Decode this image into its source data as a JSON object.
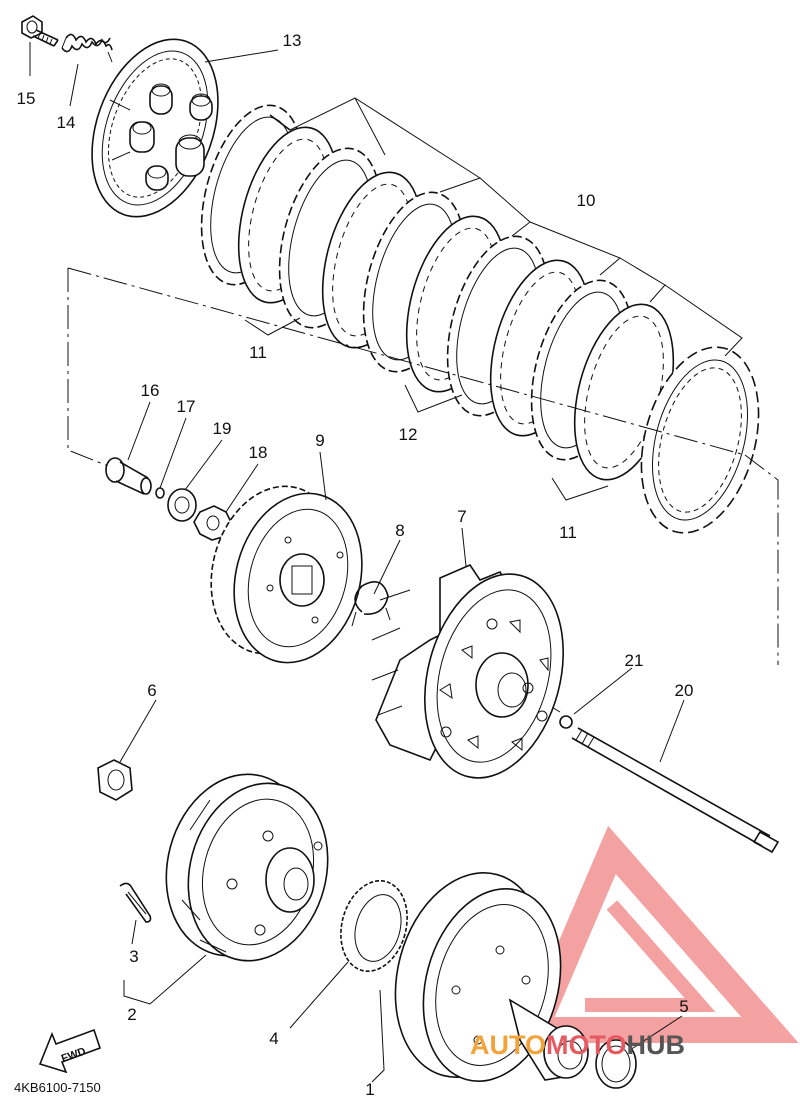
{
  "diagram": {
    "code": "4KB6100-7150",
    "fwd": "FWD",
    "parts": [
      {
        "id": "p1",
        "label": "1"
      },
      {
        "id": "p2",
        "label": "2"
      },
      {
        "id": "p3",
        "label": "3"
      },
      {
        "id": "p4",
        "label": "4"
      },
      {
        "id": "p5",
        "label": "5"
      },
      {
        "id": "p6",
        "label": "6"
      },
      {
        "id": "p7",
        "label": "7"
      },
      {
        "id": "p8",
        "label": "8"
      },
      {
        "id": "p9",
        "label": "9"
      },
      {
        "id": "p10",
        "label": "10"
      },
      {
        "id": "p11a",
        "label": "11"
      },
      {
        "id": "p11b",
        "label": "11"
      },
      {
        "id": "p12",
        "label": "12"
      },
      {
        "id": "p13",
        "label": "13"
      },
      {
        "id": "p14",
        "label": "14"
      },
      {
        "id": "p15",
        "label": "15"
      },
      {
        "id": "p16",
        "label": "16"
      },
      {
        "id": "p17",
        "label": "17"
      },
      {
        "id": "p18",
        "label": "18"
      },
      {
        "id": "p19",
        "label": "19"
      },
      {
        "id": "p20",
        "label": "20"
      },
      {
        "id": "p21",
        "label": "21"
      }
    ]
  },
  "watermark": {
    "part1": "AUTO",
    "part2": "MOTO",
    "part3": "HUB",
    "colors": {
      "auto": "#f2a33a",
      "moto": "#e45a60",
      "hub": "#555555",
      "logo": "#f07a7a"
    }
  }
}
